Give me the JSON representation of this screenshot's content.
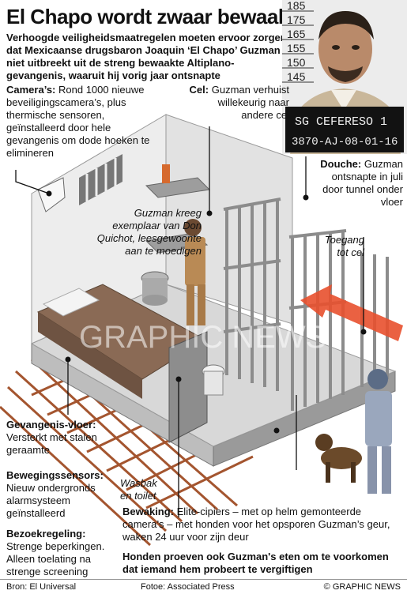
{
  "title": "El Chapo wordt zwaar bewaakt",
  "subtitle": "Verhoogde veiligheidsmaatregelen moeten ervoor zorgen dat Mexicaanse drugsbaron Joaquin ‘El Chapo’ Guzman niet uitbreekt uit de streng bewaakte Altiplano-gevangenis, waaruit hij vorig jaar ontsnapte",
  "mugshot": {
    "heights": [
      "185",
      "175",
      "165",
      "155",
      "150",
      "145"
    ],
    "plate_line1": "SG  CEFERESO 1",
    "plate_line2": "3870-AJ-08-01-16"
  },
  "labels": {
    "cameras": {
      "head": "Camera’s:",
      "text": "Rond 1000 nieuwe beveiligingscamera’s, plus thermische sensoren, geïnstalleerd door hele gevangenis om dode hoeken te elimineren"
    },
    "cell": {
      "head": "Cel:",
      "text": "Guzman verhuist willekeurig naar andere cel"
    },
    "shower": {
      "head": "Douche:",
      "text": "Guzman ontsnapte in juli door tunnel onder vloer"
    },
    "book": "Guzman kreeg exemplaar van Don Quichot, leesgewoonte aan te moedigen",
    "access": "Toegang tot cel",
    "floor": {
      "head": "Gevangenis-vloer:",
      "text": "Versterkt met stalen geraamte"
    },
    "motion": {
      "head": "Bewegingssensors:",
      "text": "Nieuw ondergronds alarmsysteem geïnstalleerd"
    },
    "visits": {
      "head": "Bezoekregeling:",
      "text": "Strenge beperkingen. Alleen toelating na strenge screening"
    },
    "sink": "Wasbak en toilet",
    "guard": {
      "head": "Bewaking:",
      "text": "Elite-cipiers – met op helm gemonteerde camera’s – met honden voor het opsporen Guzman’s geur, waken 24 uur voor zijn deur"
    },
    "dogs": "Honden proeven ook Guzman's eten om te voorkomen dat iemand hem probeert te vergiftigen"
  },
  "watermark": "GRAPHIC NEWS",
  "footer": {
    "source": "Bron: El Universal",
    "photo": "Fotoe: Associated Press",
    "credit": "© GRAPHIC NEWS"
  },
  "colors": {
    "arrow": "#e8502e",
    "floor": "#8a6a55",
    "steel": "#b05a3a",
    "label_dot": "#111111"
  }
}
